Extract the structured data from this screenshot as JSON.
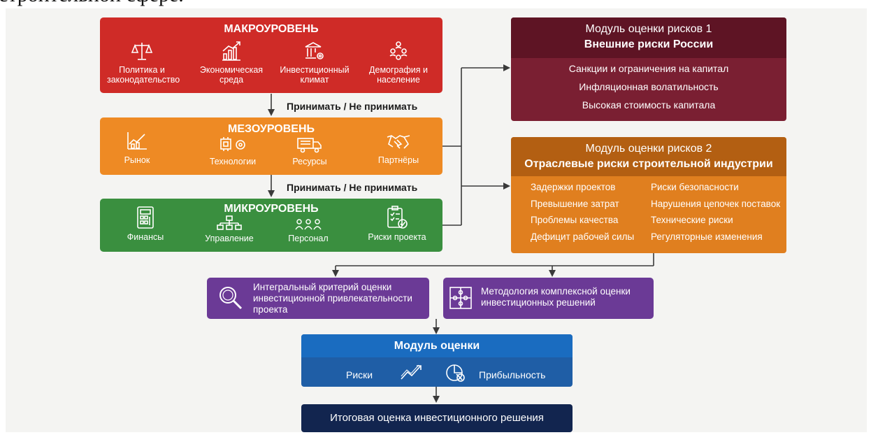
{
  "top_text": "строительной сфере.",
  "colors": {
    "macro": "#cf2b27",
    "meso": "#ee8a24",
    "micro": "#3a8f3f",
    "risk1": "#7a1f32",
    "risk2": "#e07f1f",
    "purple": "#6b3a96",
    "eval": "#1f5ea6",
    "final": "#12254f"
  },
  "macro": {
    "title": "МАКРОУРОВЕНЬ",
    "items": [
      {
        "label": "Политика и законодательство",
        "icon": "scales-icon"
      },
      {
        "label": "Экономическая среда",
        "icon": "growth-chart-icon"
      },
      {
        "label": "Инвестиционный климат",
        "icon": "bank-gear-icon"
      },
      {
        "label": "Демография и население",
        "icon": "people-icon"
      }
    ]
  },
  "accept_label_1": "Принимать / Не принимать",
  "meso": {
    "title": "МЕЗОУРОВЕНЬ",
    "items": [
      {
        "label": "Рынок",
        "icon": "market-chart-icon"
      },
      {
        "label": "Технологии",
        "icon": "chip-gear-icon"
      },
      {
        "label": "Ресурсы",
        "icon": "truck-icon"
      },
      {
        "label": "Партнёры",
        "icon": "handshake-icon"
      }
    ]
  },
  "accept_label_2": "Принимать / Не принимать",
  "micro": {
    "title": "МИКРОУРОВЕНЬ",
    "items": [
      {
        "label": "Финансы",
        "icon": "calculator-icon"
      },
      {
        "label": "Управление",
        "icon": "hierarchy-icon"
      },
      {
        "label": "Персонал",
        "icon": "team-icon"
      },
      {
        "label": "Риски проекта",
        "icon": "checklist-icon"
      }
    ]
  },
  "risk1": {
    "title_line1": "Модуль оценки рисков 1",
    "title_line2": "Внешние риски России",
    "items": [
      "Санкции и ограничения на капитал",
      "Инфляционная волатильность",
      "Высокая стоимость капитала"
    ]
  },
  "risk2": {
    "title_line1": "Модуль оценки рисков 2",
    "title_line2": "Отраслевые риски строительной индустрии",
    "left_items": [
      "Задержки проектов",
      "Превышение затрат",
      "Проблемы качества",
      "Дефицит рабочей силы"
    ],
    "right_items": [
      "Риски безопасности",
      "Нарушения цепочек поставок",
      "Технические риски",
      "Регуляторные изменения"
    ]
  },
  "integral": {
    "text": "Интегральный критерий оценки инвестиционной привлекательности проекта",
    "icon": "magnifier-icon"
  },
  "methodology": {
    "text": "Методология комплексной оценки инвестиционных решений",
    "icon": "puzzle-icon"
  },
  "eval_module": {
    "title": "Модуль оценки",
    "risks_label": "Риски",
    "profit_label": "Прибыльность",
    "icons": [
      "trend-up-icon",
      "pie-chart-icon"
    ]
  },
  "final": {
    "text": "Итоговая оценка инвестиционного решения"
  }
}
